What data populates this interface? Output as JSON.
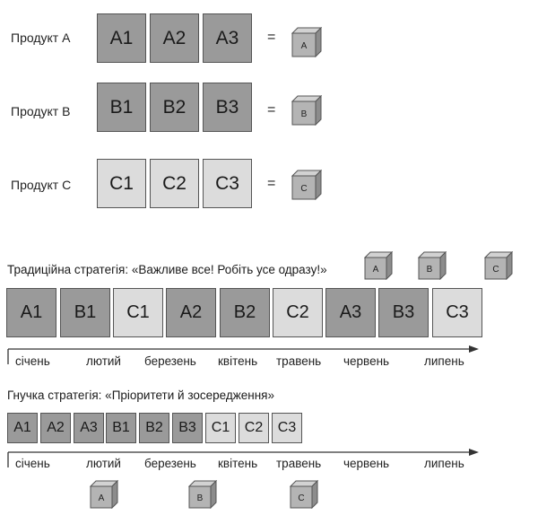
{
  "products": [
    {
      "label": "Продукт А",
      "blocks": [
        "A1",
        "A2",
        "A3"
      ],
      "equals": "=",
      "cube": "A",
      "shade": "dark"
    },
    {
      "label": "Продукт B",
      "blocks": [
        "B1",
        "B2",
        "B3"
      ],
      "equals": "=",
      "cube": "B",
      "shade": "dark"
    },
    {
      "label": "Продукт C",
      "blocks": [
        "C1",
        "C2",
        "C3"
      ],
      "equals": "=",
      "cube": "C",
      "shade": "light"
    }
  ],
  "traditional": {
    "title": "Традиційна стратегія: «Важливе все! Робіть усе одразу!»",
    "cubes": [
      "A",
      "B",
      "C"
    ],
    "blocks": [
      {
        "label": "A1",
        "shade": "dark"
      },
      {
        "label": "B1",
        "shade": "dark"
      },
      {
        "label": "C1",
        "shade": "light"
      },
      {
        "label": "A2",
        "shade": "dark"
      },
      {
        "label": "B2",
        "shade": "dark"
      },
      {
        "label": "C2",
        "shade": "light"
      },
      {
        "label": "A3",
        "shade": "dark"
      },
      {
        "label": "B3",
        "shade": "dark"
      },
      {
        "label": "C3",
        "shade": "light"
      }
    ],
    "months": [
      "січень",
      "лютий",
      "березень",
      "квітень",
      "травень",
      "червень",
      "липень"
    ]
  },
  "agile": {
    "title": "Гнучка стратегія: «Пріоритети й зосередження»",
    "blocks": [
      {
        "label": "A1",
        "shade": "dark"
      },
      {
        "label": "A2",
        "shade": "dark"
      },
      {
        "label": "A3",
        "shade": "dark"
      },
      {
        "label": "B1",
        "shade": "dark"
      },
      {
        "label": "B2",
        "shade": "dark"
      },
      {
        "label": "B3",
        "shade": "dark"
      },
      {
        "label": "C1",
        "shade": "light"
      },
      {
        "label": "C2",
        "shade": "light"
      },
      {
        "label": "C3",
        "shade": "light"
      }
    ],
    "months": [
      "січень",
      "лютий",
      "березень",
      "квітень",
      "травень",
      "червень",
      "липень"
    ],
    "cubes": [
      "A",
      "B",
      "C"
    ]
  },
  "colors": {
    "dark": "#9a9a9a",
    "light": "#dcdcdc",
    "border": "#555555",
    "cube_front": "#b4b4b4",
    "cube_top": "#d2d2d2",
    "cube_side": "#8c8c8c"
  }
}
